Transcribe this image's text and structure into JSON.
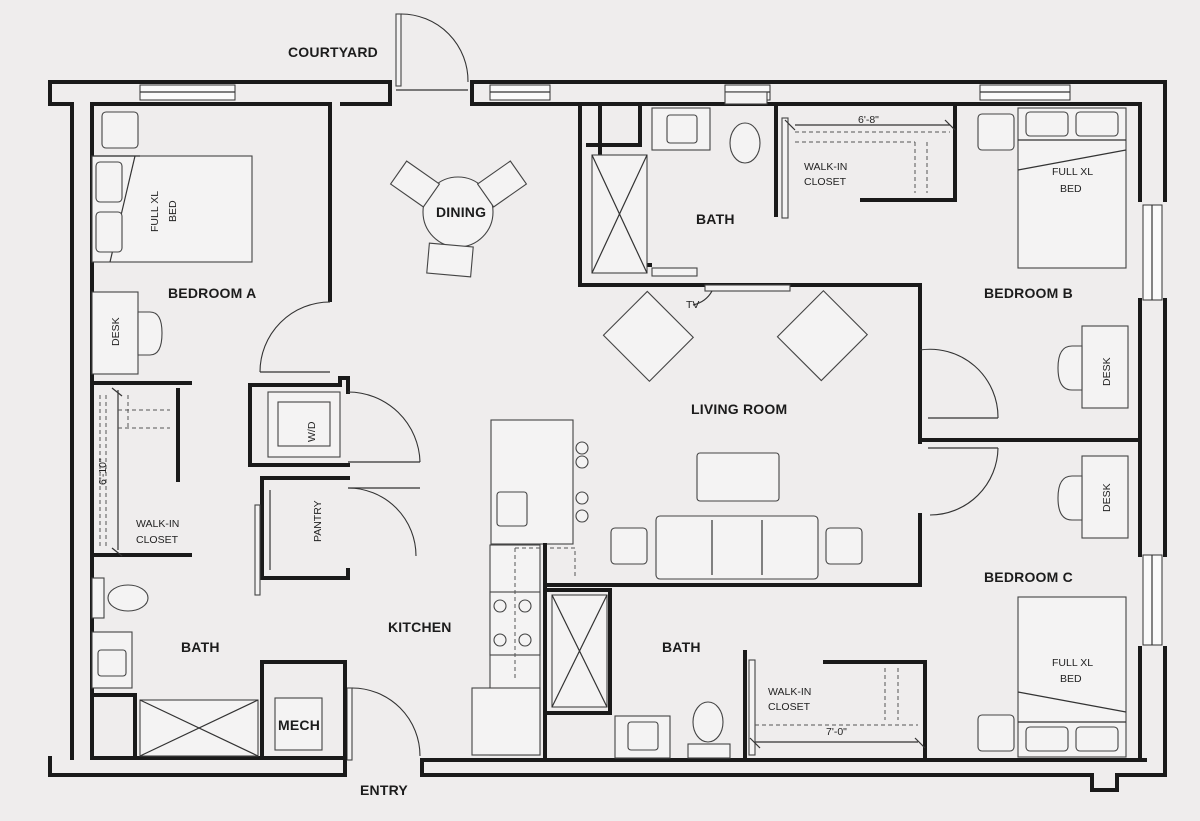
{
  "labels": {
    "courtyard": "COURTYARD",
    "entry": "ENTRY",
    "dining": "DINING",
    "bedroom_a": "BEDROOM A",
    "bedroom_b": "BEDROOM B",
    "bedroom_c": "BEDROOM C",
    "bath_a": "BATH",
    "bath_b": "BATH",
    "bath_c": "BATH",
    "living_room": "LIVING ROOM",
    "kitchen": "KITCHEN",
    "mech": "MECH",
    "pantry": "PANTRY",
    "wd": "W/D",
    "tv": "TV",
    "desk_a": "DESK",
    "desk_b": "DESK",
    "desk_c": "DESK",
    "bed_a_line1": "FULL XL",
    "bed_a_line2": "BED",
    "bed_b_line1": "FULL XL",
    "bed_b_line2": "BED",
    "bed_c_line1": "FULL XL",
    "bed_c_line2": "BED",
    "closet_a_line1": "WALK-IN",
    "closet_a_line2": "CLOSET",
    "closet_b_line1": "WALK-IN",
    "closet_b_line2": "CLOSET",
    "closet_c_line1": "WALK-IN",
    "closet_c_line2": "CLOSET",
    "dim_a": "6'-10\"",
    "dim_b": "6'-8\"",
    "dim_c": "7'-0\""
  }
}
